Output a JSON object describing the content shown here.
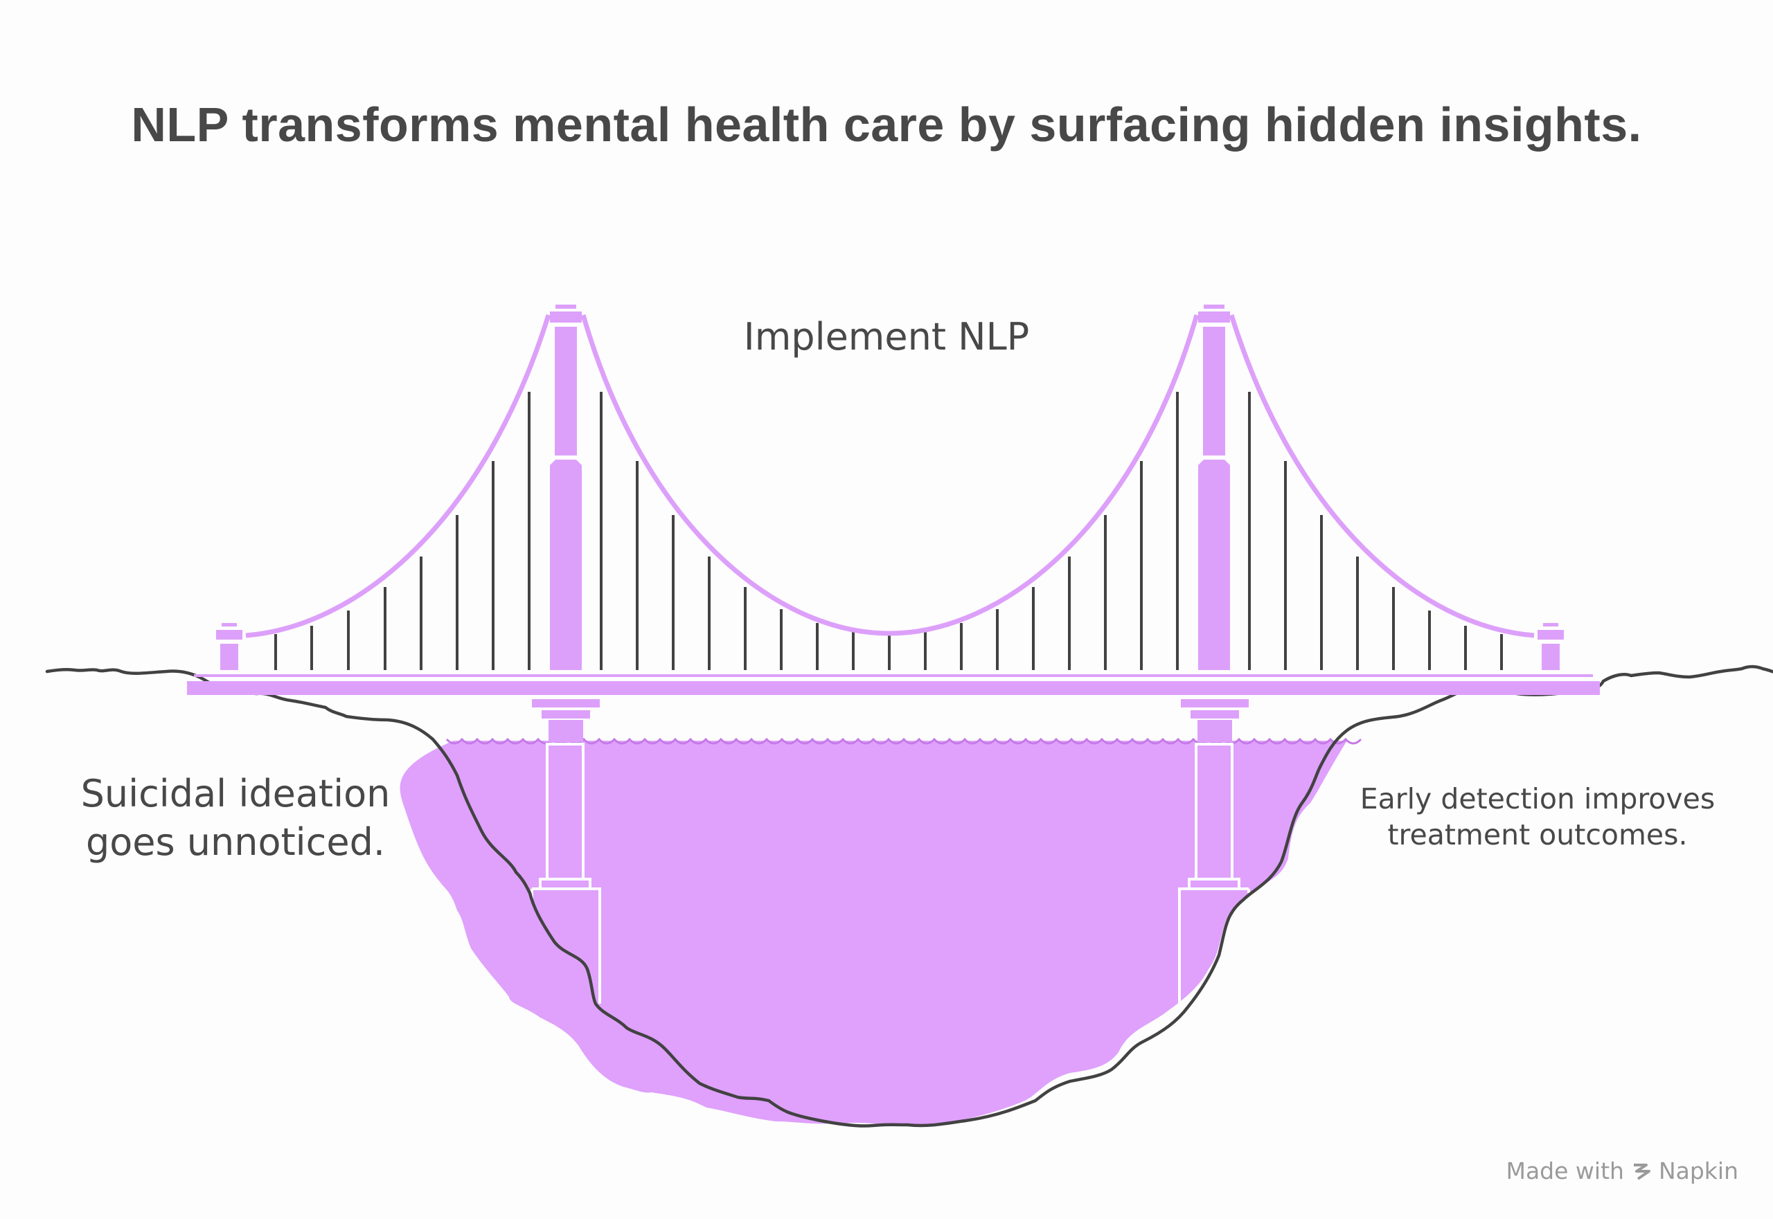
{
  "title": "NLP transforms mental health care by surfacing hidden insights.",
  "labels": {
    "bridge": "Implement NLP",
    "left": [
      "Suicidal ideation",
      "goes unnoticed."
    ],
    "right": [
      "Early detection improves",
      "treatment outcomes."
    ]
  },
  "footer": {
    "made_with": "Made with",
    "brand": "Napkin"
  },
  "colors": {
    "bridge": "#dda0fa",
    "bridge_stroke": "#c98af0",
    "water": "#dfa1fc",
    "outline": "#424242",
    "text": "#484848"
  }
}
